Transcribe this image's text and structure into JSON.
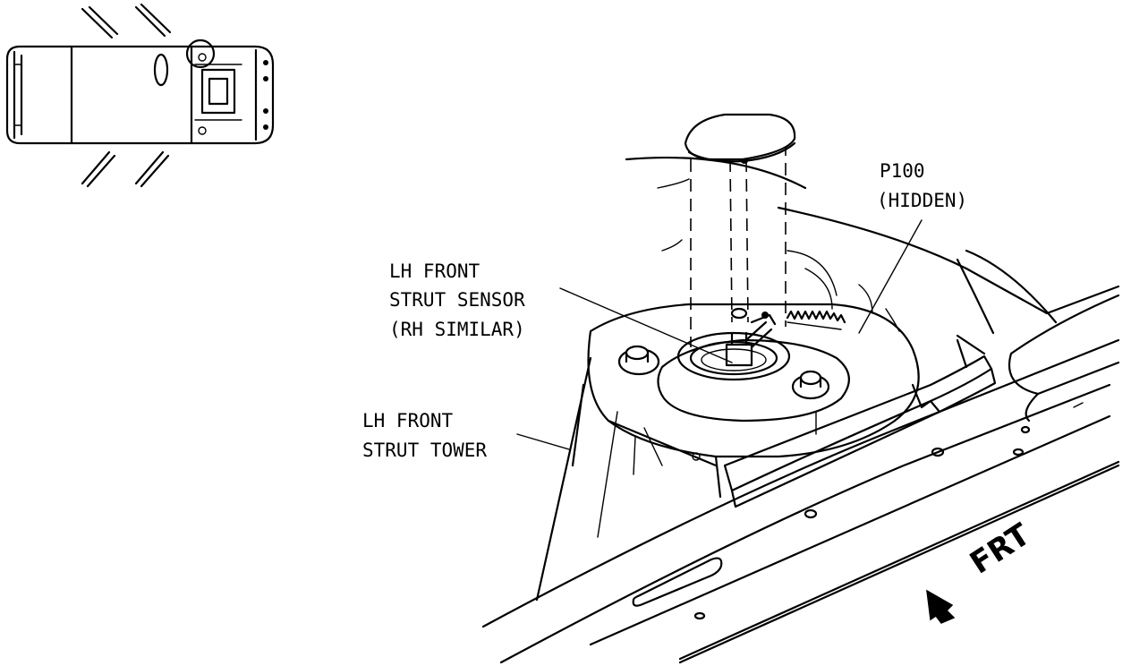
{
  "labels": {
    "p100_line1": "P100",
    "p100_line2": "(HIDDEN)",
    "sensor_line1": "LH FRONT",
    "sensor_line2": "STRUT SENSOR",
    "sensor_line3": "(RH SIMILAR)",
    "tower_line1": "LH FRONT",
    "tower_line2": "STRUT TOWER",
    "direction": "FRT"
  },
  "icons": {
    "locator": "vehicle-top-view-locator-icon",
    "direction_arrow": "forward-direction-arrow-icon"
  }
}
